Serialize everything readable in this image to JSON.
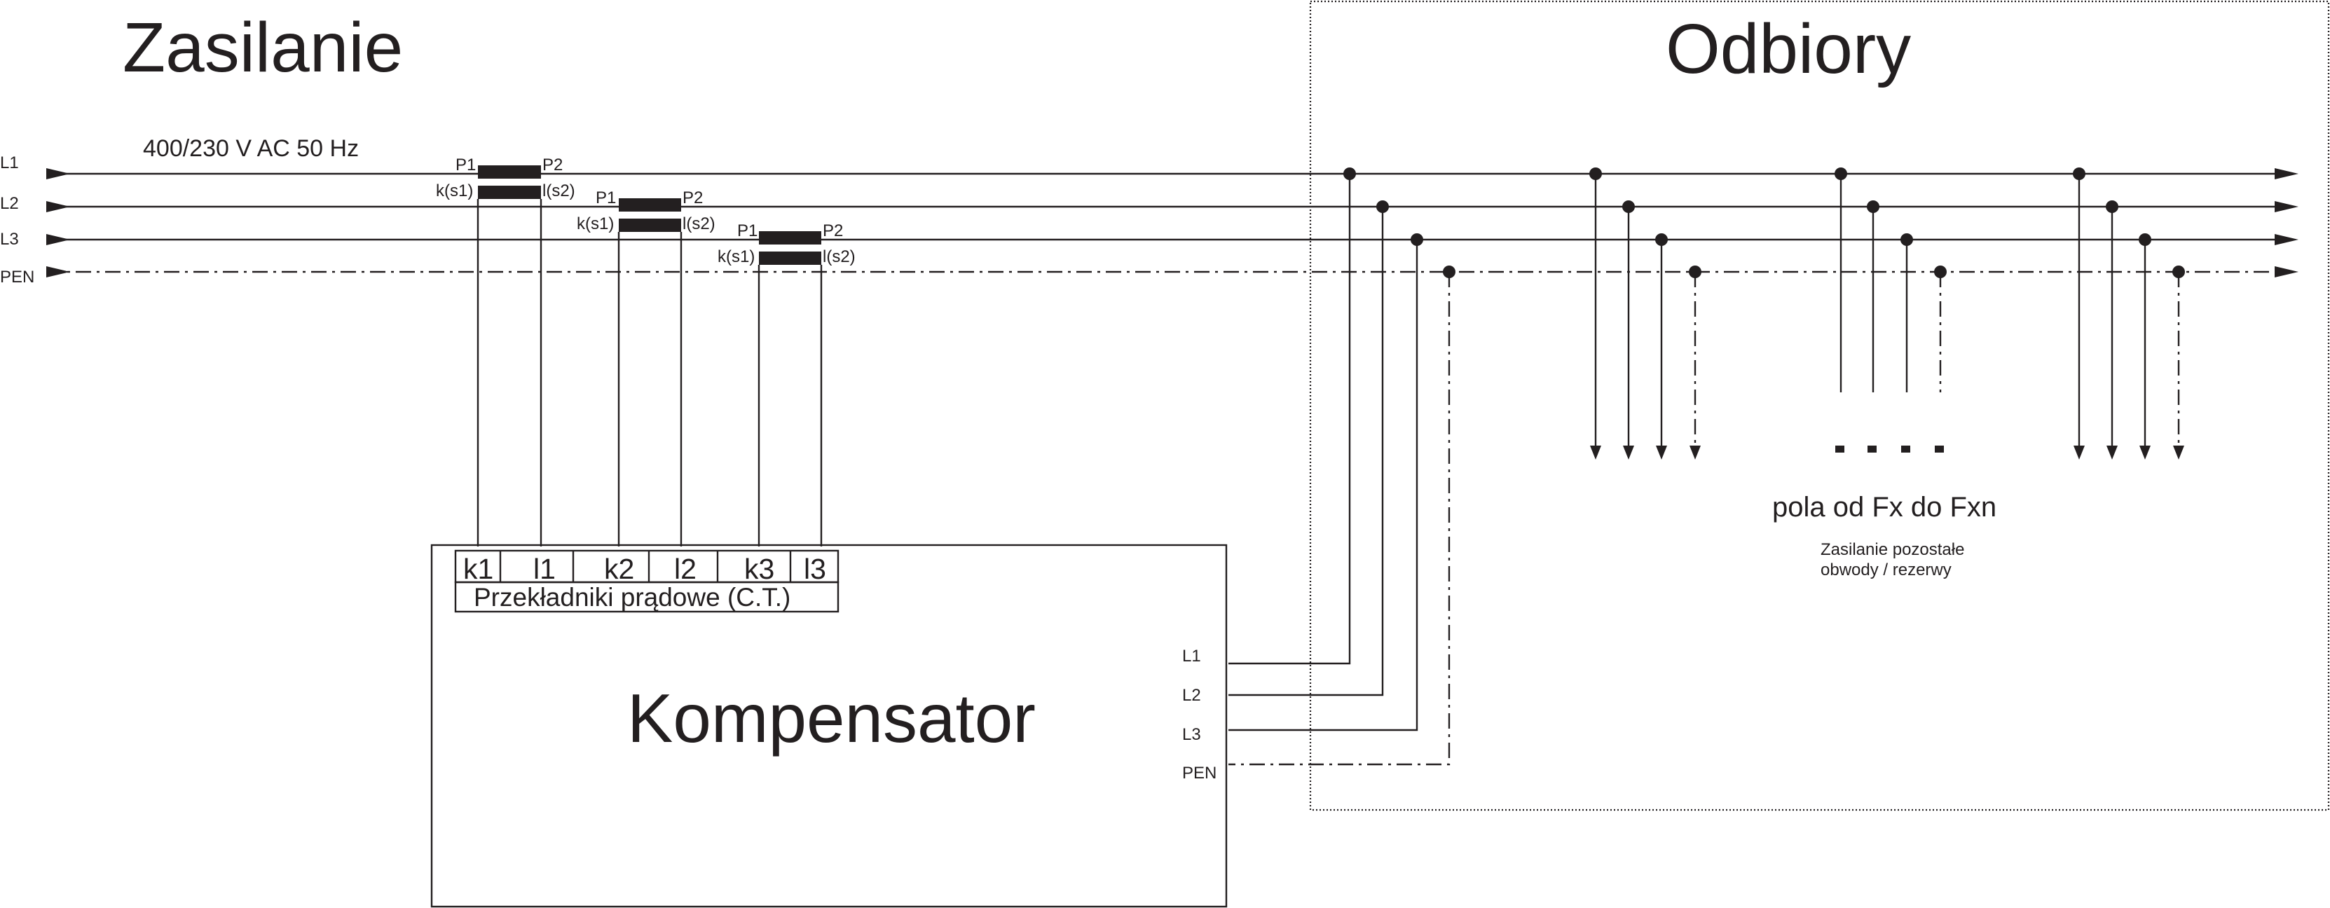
{
  "sections": {
    "supply_title": "Zasilanie",
    "loads_title": "Odbiory"
  },
  "supply": {
    "voltage_label": "400/230 V AC 50 Hz"
  },
  "lines": [
    "L1",
    "L2",
    "L3",
    "PEN"
  ],
  "current_transformers": [
    {
      "phase": "L1",
      "primary_in": "P1",
      "primary_out": "P2",
      "secondary_k": "k(s1)",
      "secondary_l": "l(s2)"
    },
    {
      "phase": "L2",
      "primary_in": "P1",
      "primary_out": "P2",
      "secondary_k": "k(s1)",
      "secondary_l": "l(s2)"
    },
    {
      "phase": "L3",
      "primary_in": "P1",
      "primary_out": "P2",
      "secondary_k": "k(s1)",
      "secondary_l": "l(s2)"
    }
  ],
  "compensator": {
    "title": "Kompensator",
    "terminals": [
      "k1",
      "l1",
      "k2",
      "l2",
      "k3",
      "l3"
    ],
    "ct_caption": "Przekładniki prądowe (C.T.)",
    "inputs": [
      "L1",
      "L2",
      "L3",
      "PEN"
    ]
  },
  "loads": {
    "ellipsis": ". . . .",
    "fields_label": "pola od Fx do Fxn",
    "note_line1": "Zasilanie pozostałe",
    "note_line2": "obwody / rezerwy"
  }
}
